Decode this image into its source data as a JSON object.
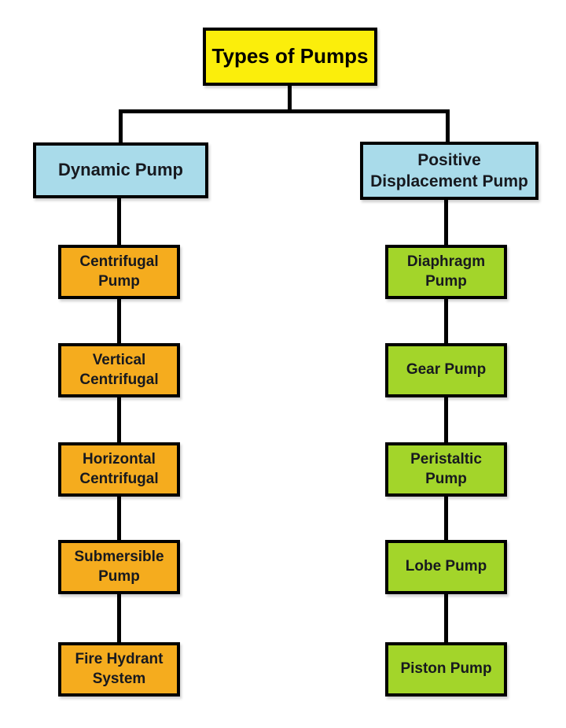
{
  "diagram": {
    "title": "Types of Pumps",
    "root": {
      "lines": [
        "Types of Pumps"
      ]
    },
    "left_branch": {
      "header": {
        "lines": [
          "Dynamic Pump"
        ]
      },
      "children": [
        {
          "lines": [
            "Centrifugal",
            "Pump"
          ]
        },
        {
          "lines": [
            "Vertical",
            "Centrifugal"
          ]
        },
        {
          "lines": [
            "Horizontal",
            "Centrifugal"
          ]
        },
        {
          "lines": [
            "Submersible",
            "Pump"
          ]
        },
        {
          "lines": [
            "Fire Hydrant",
            "System"
          ]
        }
      ]
    },
    "right_branch": {
      "header": {
        "lines": [
          "Positive",
          "Displacement Pump"
        ]
      },
      "children": [
        {
          "lines": [
            "Diaphragm",
            "Pump"
          ]
        },
        {
          "lines": [
            "Gear Pump"
          ]
        },
        {
          "lines": [
            "Peristaltic",
            "Pump"
          ]
        },
        {
          "lines": [
            "Lobe Pump"
          ]
        },
        {
          "lines": [
            "Piston Pump"
          ]
        }
      ]
    },
    "colors": {
      "root_fill": "#FBEE0B",
      "branch_fill": "#A9DBEA",
      "left_child_fill": "#F5AC1E",
      "right_child_fill": "#A3D52A",
      "border": "#000000",
      "connector": "#000000"
    }
  }
}
